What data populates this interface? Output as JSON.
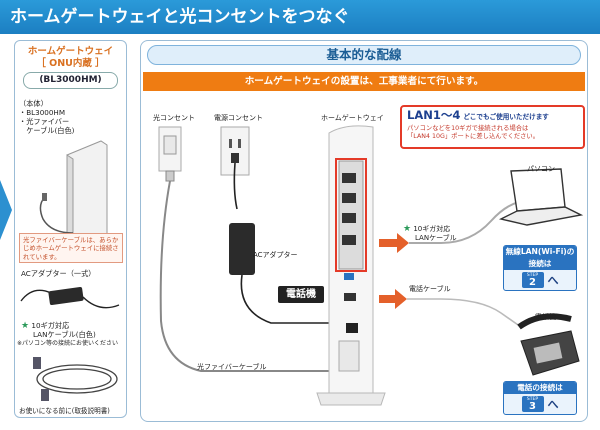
{
  "banner": {
    "title": "ホームゲートウェイと光コンセントをつなぐ"
  },
  "left_panel": {
    "title_line1": "ホームゲートウェイ",
    "title_line2": "［ ONU内蔵 ］",
    "model": "(BL3000HM)",
    "body_heading": "（本体）",
    "body_line1": "・BL3000HM",
    "body_line2": "・光ファイバー",
    "body_line3": "　ケーブル(白色)",
    "note": "光ファイバーケーブルは、あらかじめホームゲートウェイに接続されています。",
    "ac_adapter": "ACアダプター（一式）",
    "lan_cable_line1": "10ギガ対応",
    "lan_cable_line2": "LANケーブル(白色)",
    "lan_cable_note": "※パソコン等の接続にお使いください",
    "manual": "お使いになる前に(取扱説明書)"
  },
  "main_panel": {
    "title": "基本的な配線",
    "notice": "ホームゲートウェイの設置は、工事業者にて行います。",
    "label_optical_outlet": "光コンセント",
    "label_power_outlet": "電源コンセント",
    "label_gateway": "ホームゲートウェイ",
    "label_ac_adapter": "ACアダプター",
    "label_fiber_cable": "光ファイバーケーブル",
    "label_phone_cable": "電話ケーブル",
    "label_pc": "パソコン",
    "label_phone": "電話機",
    "lan_cable_line1": "10ギガ対応",
    "lan_cable_line2": "LANケーブル",
    "tel_tag": "電話機",
    "lan_box": {
      "title": "LAN1～4",
      "title_sub": "どこでもご使用いただけます",
      "desc_line1": "パソコンなどを10ギガで接続される場合は",
      "desc_line2": "「LAN4 10G」ポートに差し込んでください。"
    },
    "wifi_box": {
      "heading": "無線LAN(Wi-Fi)の接続は",
      "step_word": "STEP",
      "step_num": "2",
      "suffix": "へ"
    },
    "phone_box": {
      "heading": "電話の接続は",
      "step_word": "STEP",
      "step_num": "3",
      "suffix": "へ"
    }
  },
  "colors": {
    "banner": "#1c7fc2",
    "notice": "#ef7c12",
    "accent_red": "#e43a28",
    "step_blue": "#2a73c0"
  }
}
